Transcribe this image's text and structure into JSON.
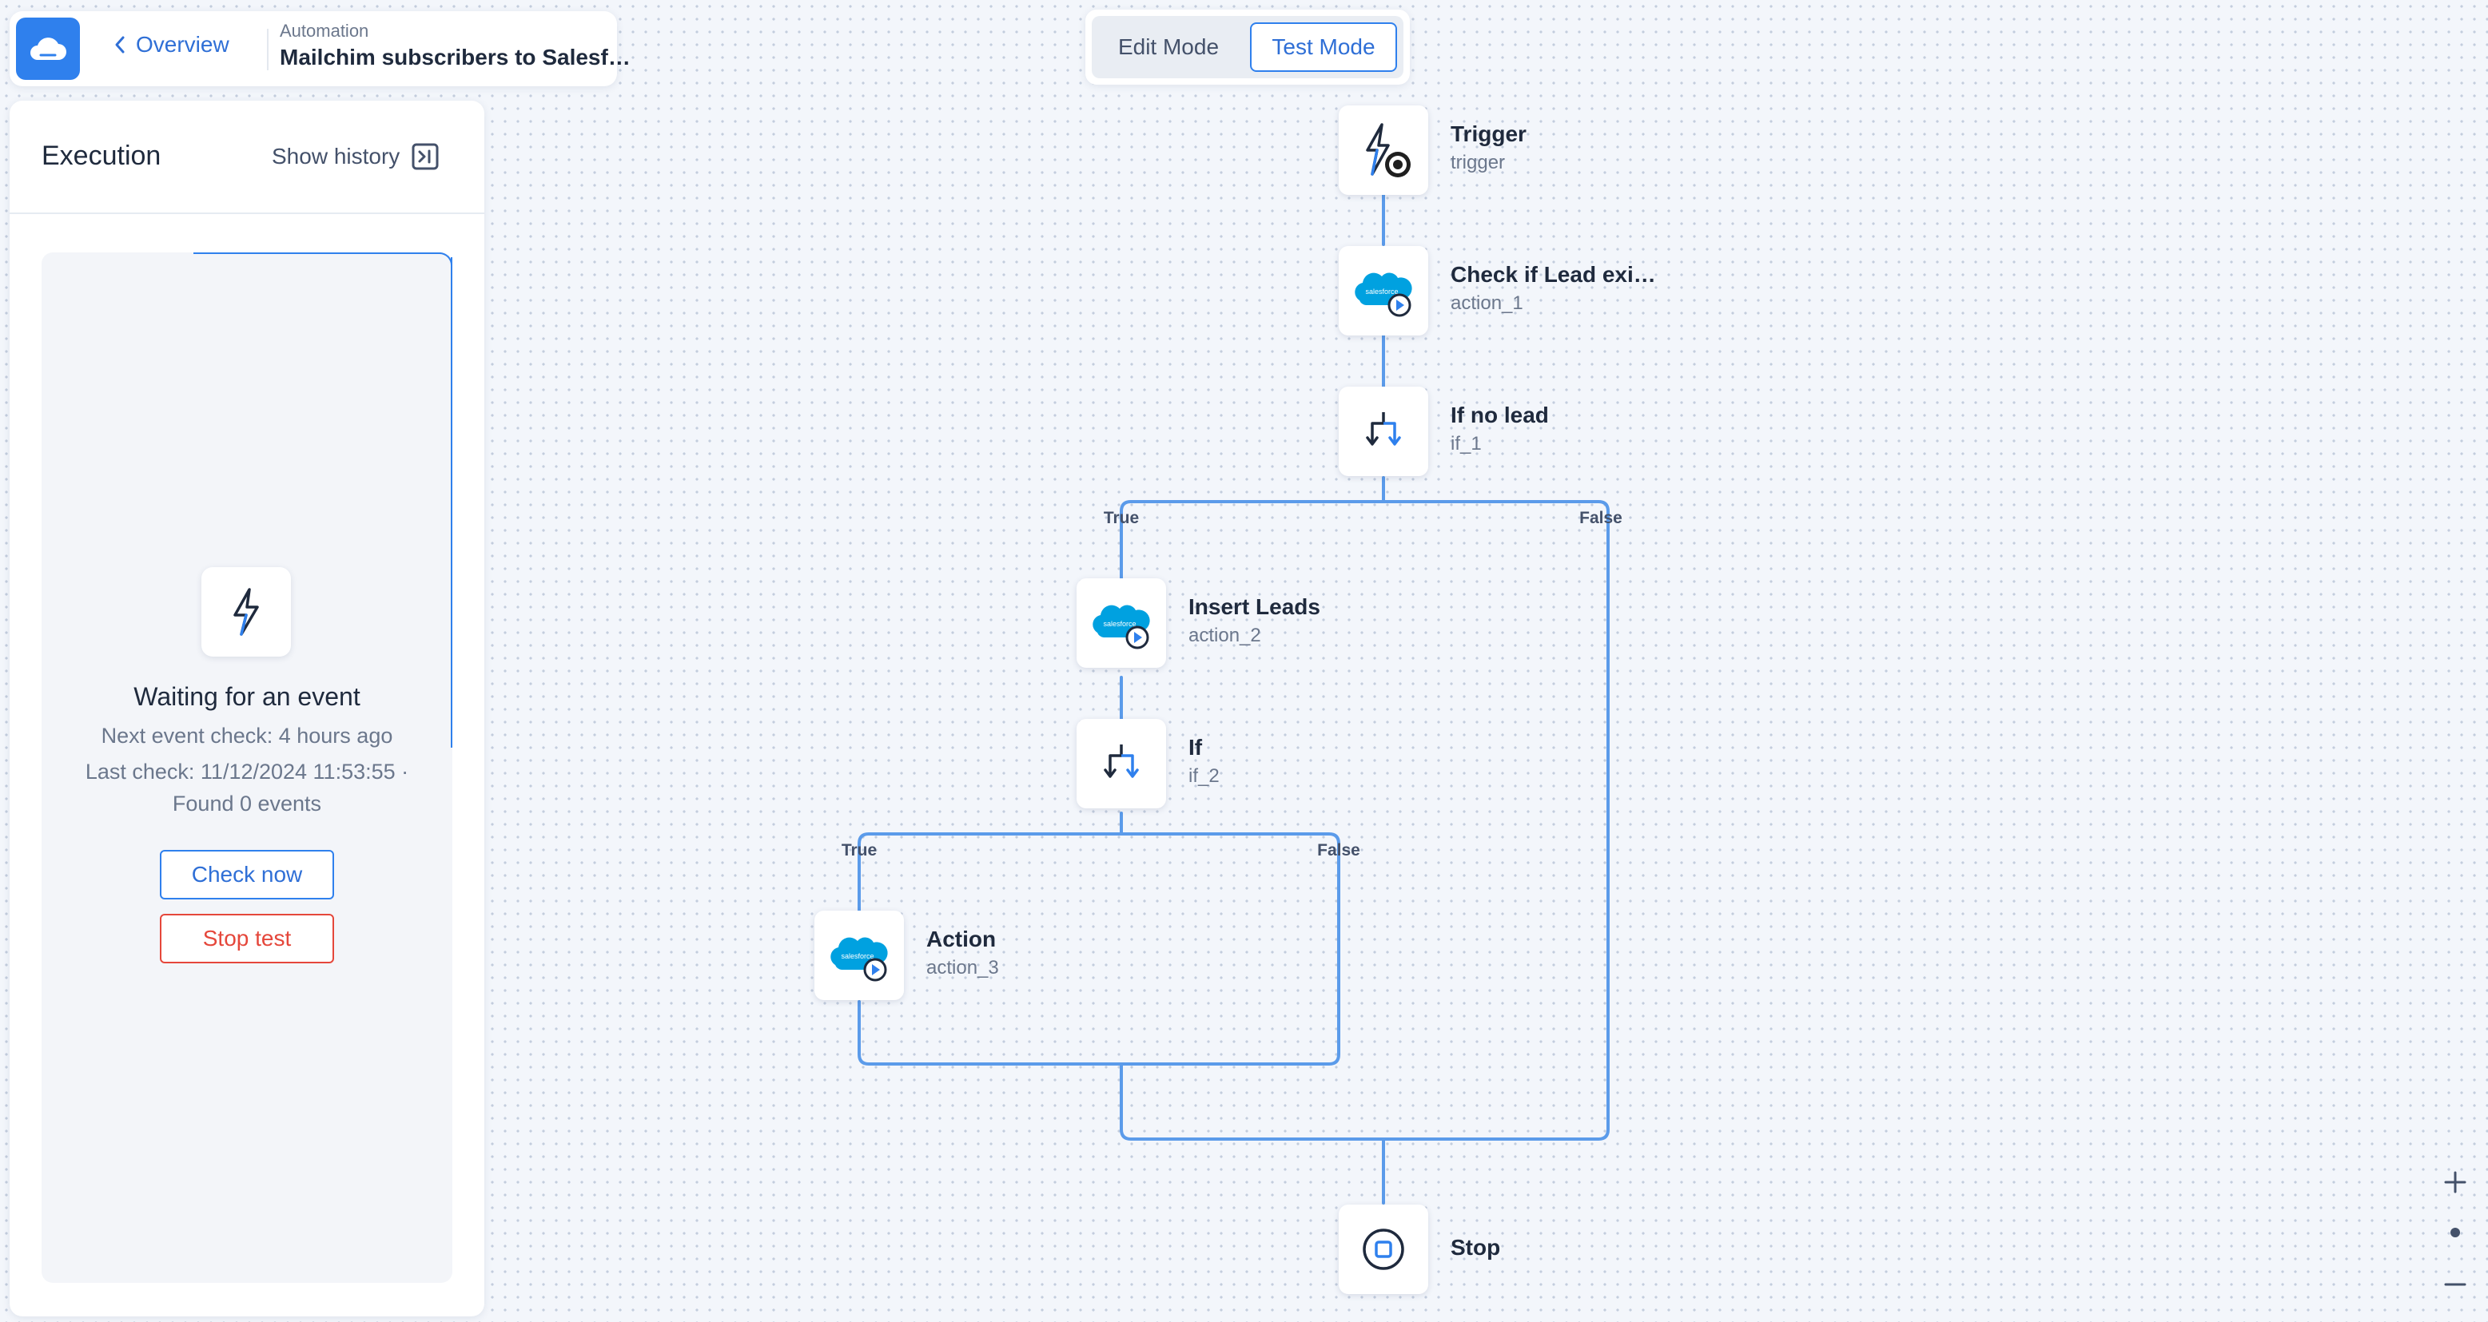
{
  "header": {
    "back_label": "Overview",
    "subtitle": "Automation",
    "title": "Mailchim subscribers to Salesf…"
  },
  "modes": {
    "edit": "Edit Mode",
    "test": "Test Mode",
    "active": "Test Mode"
  },
  "sidebar": {
    "title": "Execution",
    "show_history": "Show history",
    "status_title": "Waiting for an event",
    "next_check": "Next event check: 4 hours ago",
    "last_check": "Last check: 11/12/2024 11:53:55 · Found 0 events",
    "check_now": "Check now",
    "stop_test": "Stop test"
  },
  "flow": {
    "nodes": [
      {
        "title": "Trigger",
        "id": "trigger",
        "icon": "trigger-mailchimp-icon"
      },
      {
        "title": "Check if Lead exi…",
        "id": "action_1",
        "icon": "salesforce-icon"
      },
      {
        "title": "If no lead",
        "id": "if_1",
        "icon": "branch-icon"
      },
      {
        "title": "Insert Leads",
        "id": "action_2",
        "icon": "salesforce-icon"
      },
      {
        "title": "If",
        "id": "if_2",
        "icon": "branch-icon"
      },
      {
        "title": "Action",
        "id": "action_3",
        "icon": "salesforce-icon"
      },
      {
        "title": "Stop",
        "id": "",
        "icon": "stop-icon"
      }
    ],
    "branch_labels": {
      "if1_true": "True",
      "if1_false": "False",
      "if2_true": "True",
      "if2_false": "False"
    },
    "salesforce_badge": "salesforce"
  },
  "colors": {
    "accent": "#2f80ed",
    "danger": "#e5473b",
    "salesforce": "#00a1e0"
  }
}
